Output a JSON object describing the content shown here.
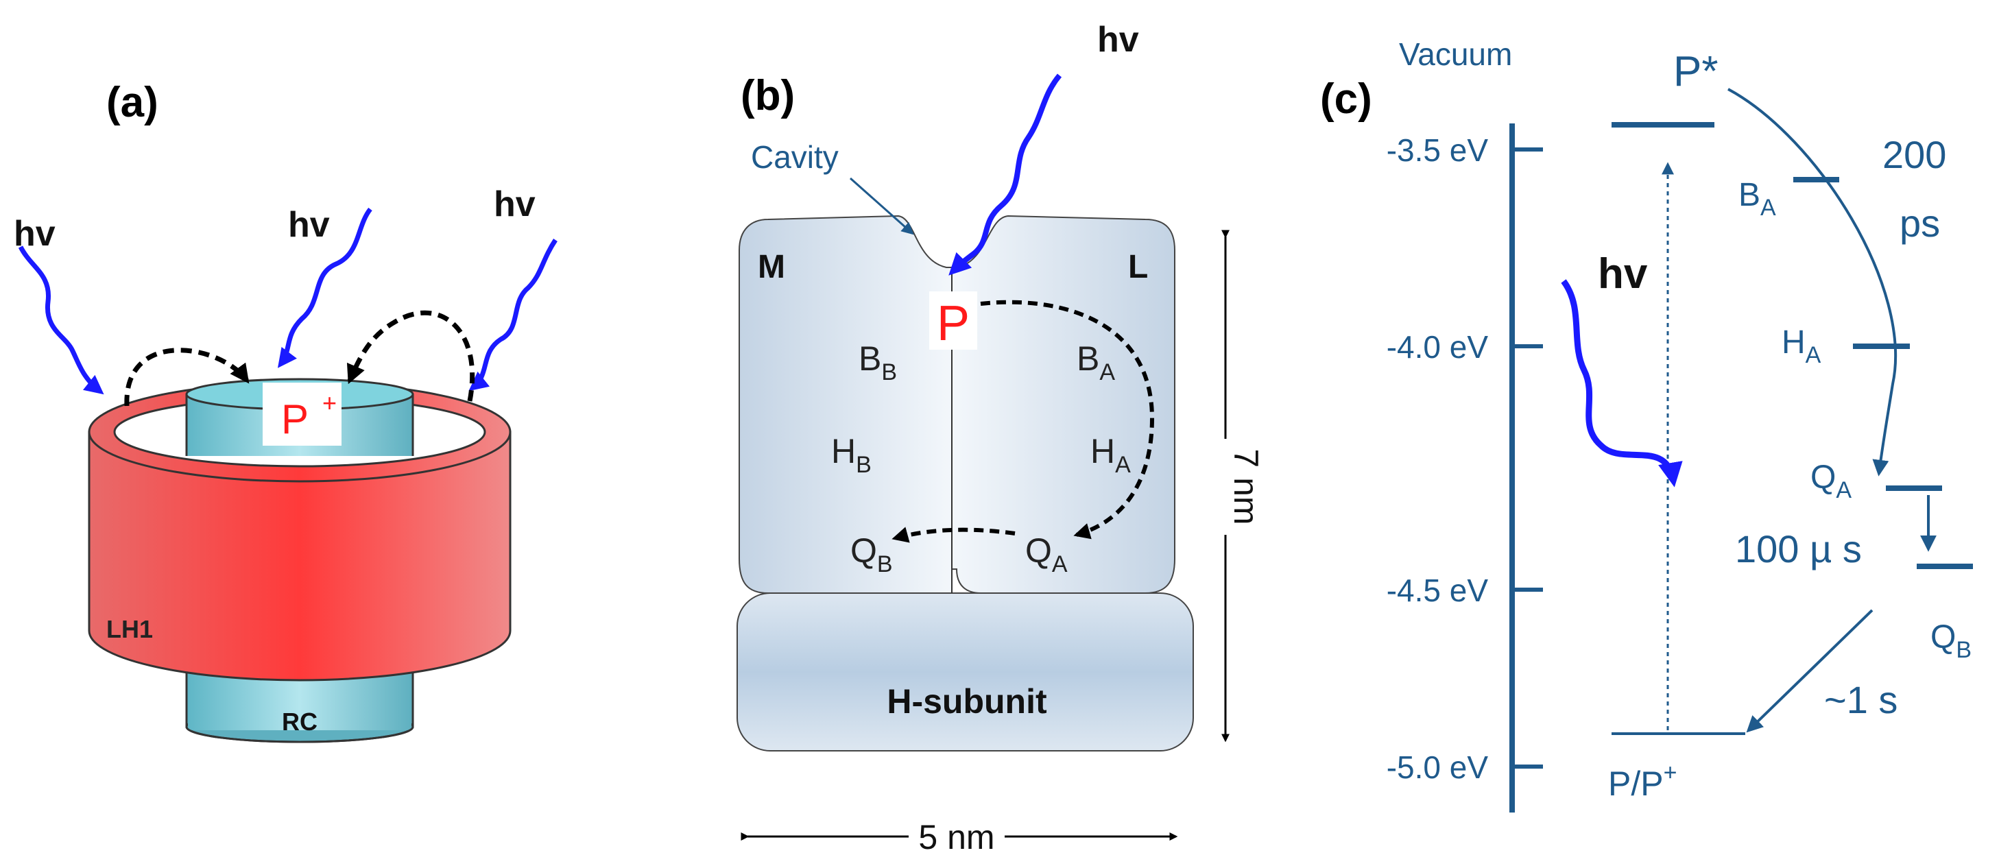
{
  "panel_a": {
    "label": "(a)",
    "photons": [
      "hv",
      "hv",
      "hv"
    ],
    "center_label": "P",
    "center_sup": "+",
    "ring_label": "LH1",
    "core_label": "RC"
  },
  "panel_b": {
    "label": "(b)",
    "photon": "hv",
    "cavity_label": "Cavity",
    "m_label": "M",
    "l_label": "L",
    "p_label": "P",
    "bb": {
      "main": "B",
      "sub": "B"
    },
    "hb": {
      "main": "H",
      "sub": "B"
    },
    "qb": {
      "main": "Q",
      "sub": "B"
    },
    "ba": {
      "main": "B",
      "sub": "A"
    },
    "ha": {
      "main": "H",
      "sub": "A"
    },
    "qa": {
      "main": "Q",
      "sub": "A"
    },
    "h_subunit": "H-subunit",
    "height_label": "7 nm",
    "width_label": "5 nm"
  },
  "panel_c": {
    "label": "(c)",
    "vacuum_label": "Vacuum",
    "energy_ticks": [
      "-3.5 eV",
      "-4.0 eV",
      "-4.5 eV",
      "-5.0 eV"
    ],
    "p_star": "P*",
    "ba": {
      "main": "B",
      "sub": "A"
    },
    "ha": {
      "main": "H",
      "sub": "A"
    },
    "qa": {
      "main": "Q",
      "sub": "A"
    },
    "qb": {
      "main": "Q",
      "sub": "B"
    },
    "time_200": "200",
    "time_ps": "ps",
    "time_100us": "100 µ s",
    "time_1s": "~1 s",
    "photon": "hv",
    "ground": {
      "main": "P/P",
      "sup": "+"
    }
  },
  "colors": {
    "photon": "#1a1aff",
    "energy": "#1f5a8c",
    "label_red": "#ff1a1a",
    "ring": "#f26a6a",
    "cylinder": "#7fcfdc",
    "protein": "#c9d9e8"
  }
}
